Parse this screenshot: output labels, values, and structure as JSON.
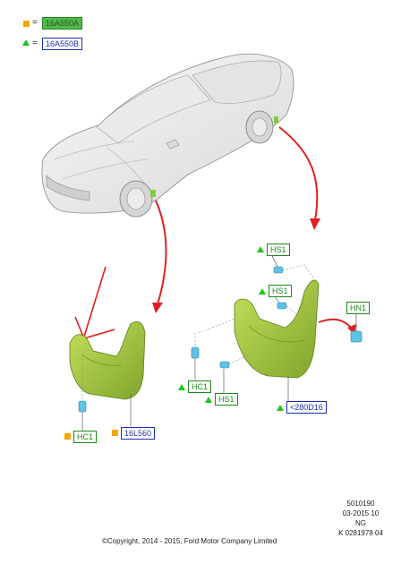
{
  "legend": [
    {
      "marker": "square",
      "marker_color": "#f5a800",
      "eq": "=",
      "code": "16A550A"
    },
    {
      "marker": "triangle",
      "marker_color": "#1ec31e",
      "eq": "=",
      "code": "16A550B"
    }
  ],
  "callouts": {
    "hs1_top": "HS1",
    "hs1_mid": "HS1",
    "hn1": "HN1",
    "hc1_right": "HC1",
    "hs1_bottom": "HS1",
    "d280": "<280D16",
    "hc1_left": "HC1",
    "l560": "16L560"
  },
  "reference": {
    "code": "5010190",
    "date": "03-2015 10",
    "ng": "NG",
    "k": "K 0281978 04"
  },
  "copyright": "©Copyright, 2014 - 2015, Ford Motor Company Limited",
  "colors": {
    "mudflap": "#a5c93a",
    "mudflap_dark": "#6f9224",
    "pointer_arrow": "#e02020",
    "clip": "#5fc3e6"
  }
}
